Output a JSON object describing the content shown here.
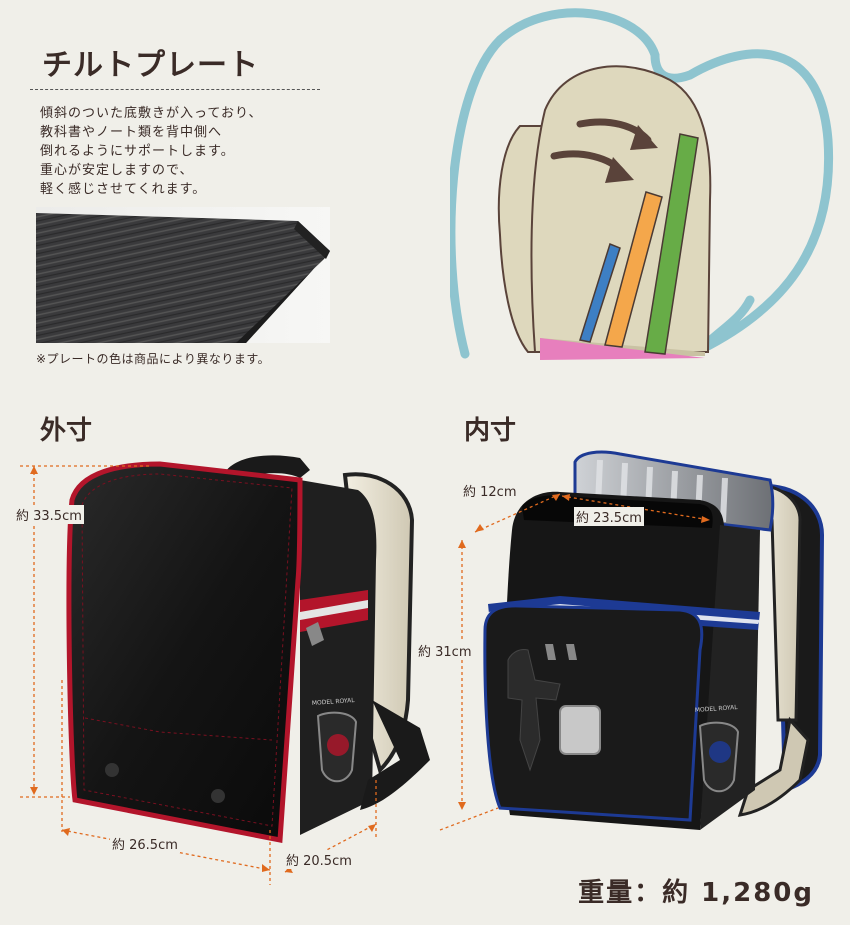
{
  "title": "チルトプレート",
  "description": [
    "傾斜のついた底敷きが入っており、",
    "教科書やノート類を背中側へ",
    "倒れるようにサポートします。",
    "重心が安定しますので、",
    "軽く感じさせてくれます。"
  ],
  "note": "※プレートの色は商品により異なります。",
  "outer": {
    "heading": "外寸",
    "height": "約 33.5cm",
    "width": "約 26.5cm",
    "depth": "約 20.5cm"
  },
  "inner": {
    "heading": "内寸",
    "depth": "約 12cm",
    "width": "約 23.5cm",
    "height": "約 31cm"
  },
  "bag_label": "MODEL ROYAL",
  "weight": "重量：約 1,280g",
  "colors": {
    "background": "#f0efe9",
    "dimension_line": "#e06a1e",
    "red_trim": "#b3152b",
    "blue_trim": "#1d3a94",
    "illustration_outline": "#8ec4cf",
    "illustration_fill": "#ded8bd",
    "book_blue": "#3d7fc4",
    "book_orange": "#f4a74b",
    "book_green": "#67ac47",
    "tilt_plate_pink": "#e77fbd",
    "arrow_brown": "#5a433a"
  }
}
